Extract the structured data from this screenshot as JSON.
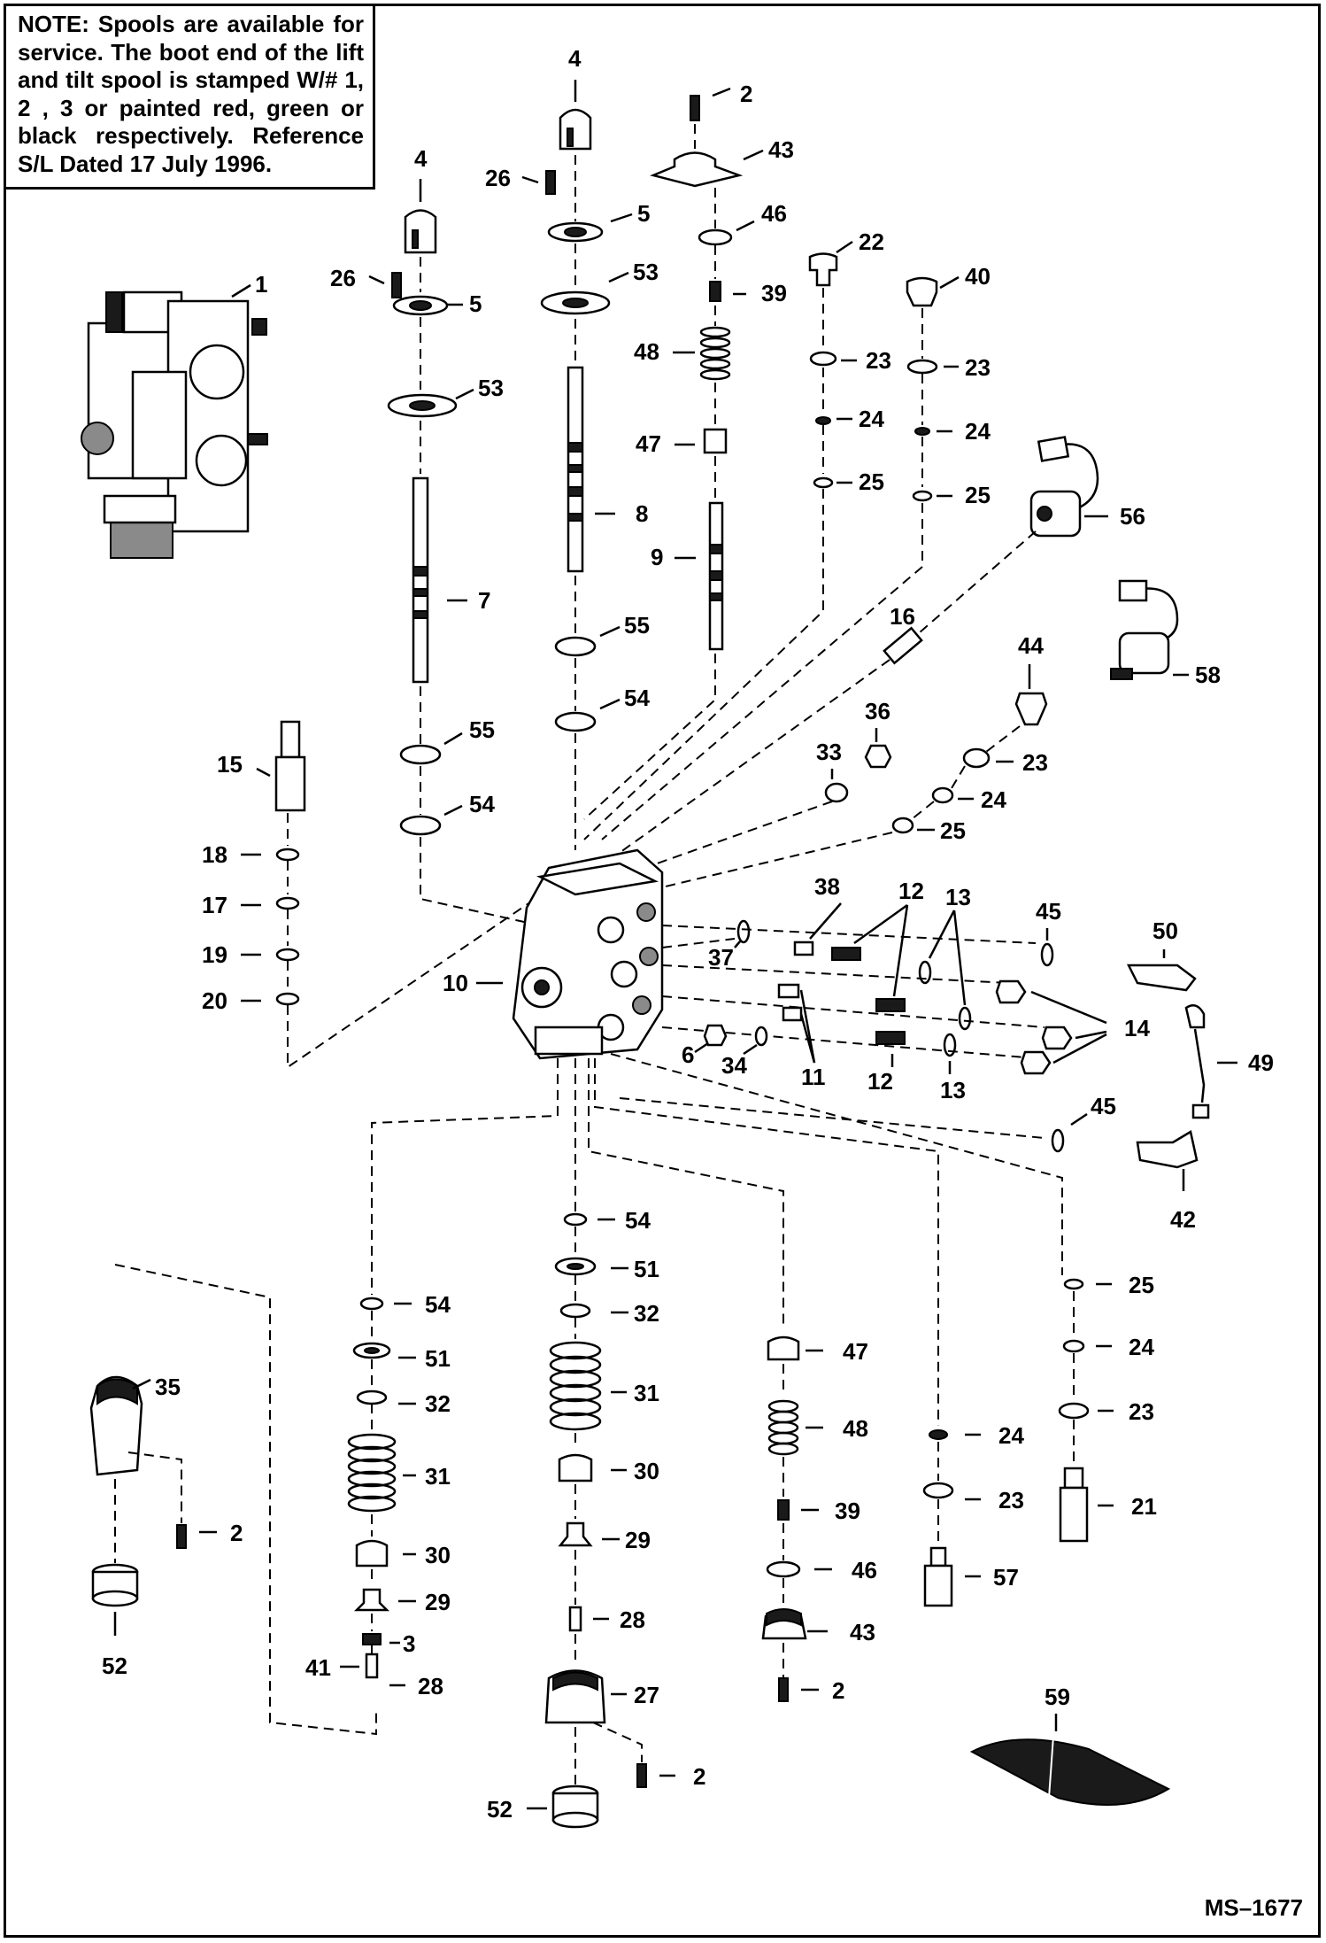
{
  "note": {
    "label": "NOTE:",
    "text": "Spools are available for service. The boot end of the lift and tilt spool is stamped W/# 1, 2 , 3 or painted red, green or black respectively. Reference S/L Dated 17 July 1996."
  },
  "doc_code": "MS–1677",
  "callouts": {
    "c1": "1",
    "c2a": "2",
    "c2b": "2",
    "c2c": "2",
    "c2d": "2",
    "c3": "3",
    "c4a": "4",
    "c4b": "4",
    "c5a": "5",
    "c5b": "5",
    "c6": "6",
    "c7": "7",
    "c8": "8",
    "c9": "9",
    "c10": "10",
    "c11": "11",
    "c12a": "12",
    "c12b": "12",
    "c13a": "13",
    "c13b": "13",
    "c14": "14",
    "c15": "15",
    "c16": "16",
    "c17": "17",
    "c18": "18",
    "c19": "19",
    "c20": "20",
    "c21": "21",
    "c22": "22",
    "c23a": "23",
    "c23b": "23",
    "c23c": "23",
    "c23d": "23",
    "c23e": "23",
    "c24a": "24",
    "c24b": "24",
    "c24c": "24",
    "c24d": "24",
    "c24e": "24",
    "c25a": "25",
    "c25b": "25",
    "c25c": "25",
    "c25d": "25",
    "c26a": "26",
    "c26b": "26",
    "c27": "27",
    "c28a": "28",
    "c28b": "28",
    "c29a": "29",
    "c29b": "29",
    "c30a": "30",
    "c30b": "30",
    "c31a": "31",
    "c31b": "31",
    "c32a": "32",
    "c32b": "32",
    "c33": "33",
    "c34": "34",
    "c35": "35",
    "c36": "36",
    "c37": "37",
    "c38": "38",
    "c39a": "39",
    "c39b": "39",
    "c40": "40",
    "c41": "41",
    "c42": "42",
    "c43a": "43",
    "c43b": "43",
    "c44": "44",
    "c45a": "45",
    "c45b": "45",
    "c46a": "46",
    "c46b": "46",
    "c47a": "47",
    "c47b": "47",
    "c48a": "48",
    "c48b": "48",
    "c49": "49",
    "c50": "50",
    "c51a": "51",
    "c51b": "51",
    "c52a": "52",
    "c52b": "52",
    "c53a": "53",
    "c53b": "53",
    "c54a": "54",
    "c54b": "54",
    "c54c": "54",
    "c54d": "54",
    "c55a": "55",
    "c55b": "55",
    "c56": "56",
    "c57": "57",
    "c58": "58",
    "c59": "59"
  }
}
